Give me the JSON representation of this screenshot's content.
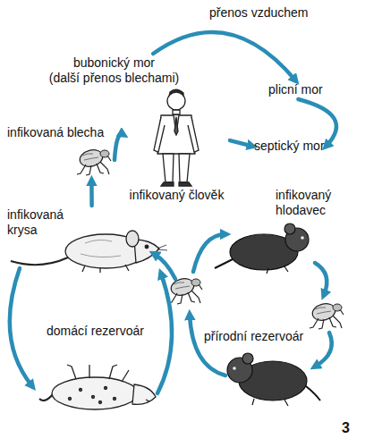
{
  "diagram": {
    "nodes": [
      {
        "text": [
          "bubonický mor",
          "(další přenos blechami)"
        ]
      },
      {
        "text": [
          "plicní mor"
        ]
      },
      {
        "text": [
          "septický mor"
        ]
      },
      {
        "text": [
          "infikovaný člověk"
        ]
      },
      {
        "text": [
          "infikovaná blecha"
        ]
      },
      {
        "text": [
          "infikovaná krysa"
        ]
      },
      {
        "text": [
          "infikovaný hlodavec"
        ]
      },
      {
        "text": [
          "domácí rezervoár"
        ]
      },
      {
        "text": [
          "přírodní rezervoár"
        ]
      }
    ],
    "edges": [
      {
        "from": 0,
        "to": 1,
        "label": "přenos vzduchem",
        "arrow": "to"
      },
      {
        "from": 1,
        "to": 2,
        "arrow": "to"
      },
      {
        "from": 3,
        "to": 2,
        "arrow": "to"
      },
      {
        "from": 4,
        "to": 3,
        "arrow": "to"
      },
      {
        "from": 5,
        "to": 4,
        "arrow": "to"
      }
    ],
    "labels": [
      "3"
    ]
  }
}
